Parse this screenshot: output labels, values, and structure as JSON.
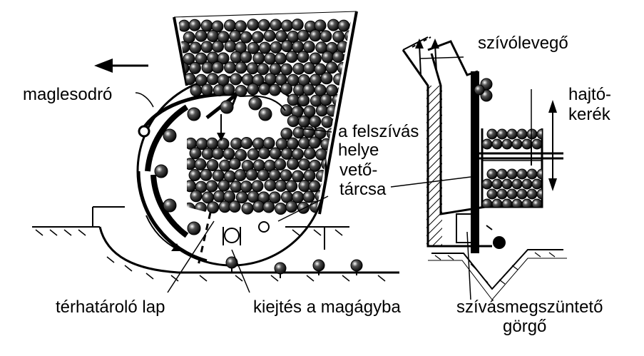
{
  "labels": {
    "seed_wiper": "maglesodró",
    "suction_air": "szívólevegő",
    "drive_wheel_l1": "hajtó-",
    "drive_wheel_l2": "kerék",
    "pickup_l1": "a felszívás",
    "pickup_l2": "helye",
    "disc_l1": "vető-",
    "disc_l2": "tárcsa",
    "space_limiter": "térhatároló lap",
    "release": "kiejtés a magágyba",
    "suction_cutoff_l1": "szívásmegszüntető",
    "suction_cutoff_l2": "görgő"
  },
  "colors": {
    "ink": "#000000",
    "paper": "#ffffff"
  }
}
